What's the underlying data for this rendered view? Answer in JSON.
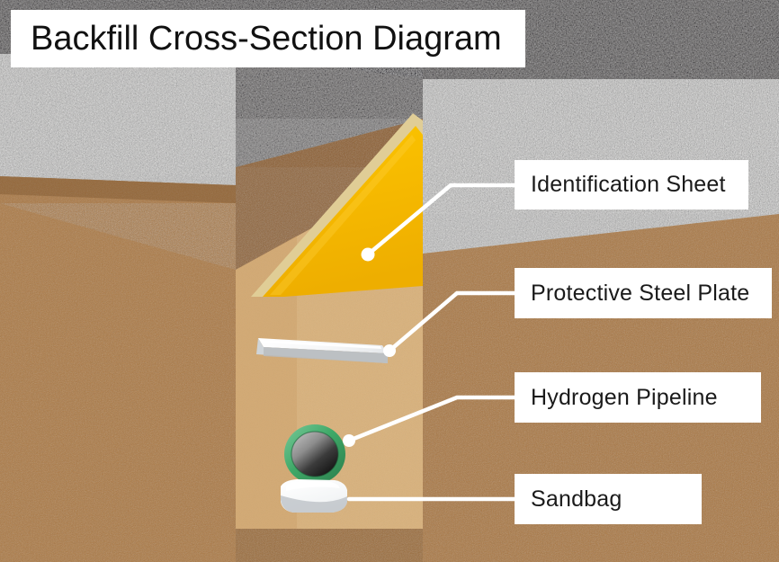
{
  "title": {
    "text": "Backfill Cross-Section Diagram"
  },
  "labels": [
    {
      "id": "identification-sheet",
      "text": "Identification Sheet"
    },
    {
      "id": "protective-steel-plate",
      "text": "Protective Steel Plate"
    },
    {
      "id": "hydrogen-pipeline",
      "text": "Hydrogen Pipeline"
    },
    {
      "id": "sandbag",
      "text": "Sandbag"
    }
  ],
  "colors": {
    "label_background": "#ffffff",
    "label_text": "#1a1a1a",
    "title_background": "#ffffff",
    "title_text": "#111111",
    "leader_line": "#ffffff",
    "identification_sheet": "#f5b800",
    "identification_sheet_edge": "#e0cd96",
    "protective_steel_plate": "#f2f2f2",
    "protective_steel_plate_shadow": "#b9bcc0",
    "pipeline_ring": "#3fa968",
    "pipeline_bore_light": "#9a9a9a",
    "pipeline_bore_dark": "#171717",
    "sandbag": "#ffffff",
    "sandbag_shadow": "#c3c8cc",
    "asphalt_dark": "#565352",
    "gravel_light": "#b8b6b4",
    "soil_face": "#a9753f",
    "soil_top": "#8a5a2c",
    "backfill_sand": "#d9b17a",
    "backfill_sand_shadow": "#c89c63"
  },
  "scene": {
    "layers": [
      {
        "name": "asphalt-surface",
        "description": "dark asphalt pavement top surface"
      },
      {
        "name": "gravel-base-course",
        "description": "light grey crushed gravel base course"
      },
      {
        "name": "native-soil",
        "description": "brown compacted native soil mass"
      },
      {
        "name": "trench-backfill",
        "description": "tan sand backfill inside the excavated trench"
      }
    ],
    "objects": [
      {
        "name": "identification-sheet",
        "description": "yellow warning marker sheet laid across trench backfill"
      },
      {
        "name": "protective-steel-plate",
        "description": "white steel plate slab above the pipeline"
      },
      {
        "name": "hydrogen-pipeline",
        "description": "green-jacketed pipe shown in cross-section"
      },
      {
        "name": "sandbag",
        "description": "white sandbag bedding under the pipeline"
      }
    ]
  }
}
